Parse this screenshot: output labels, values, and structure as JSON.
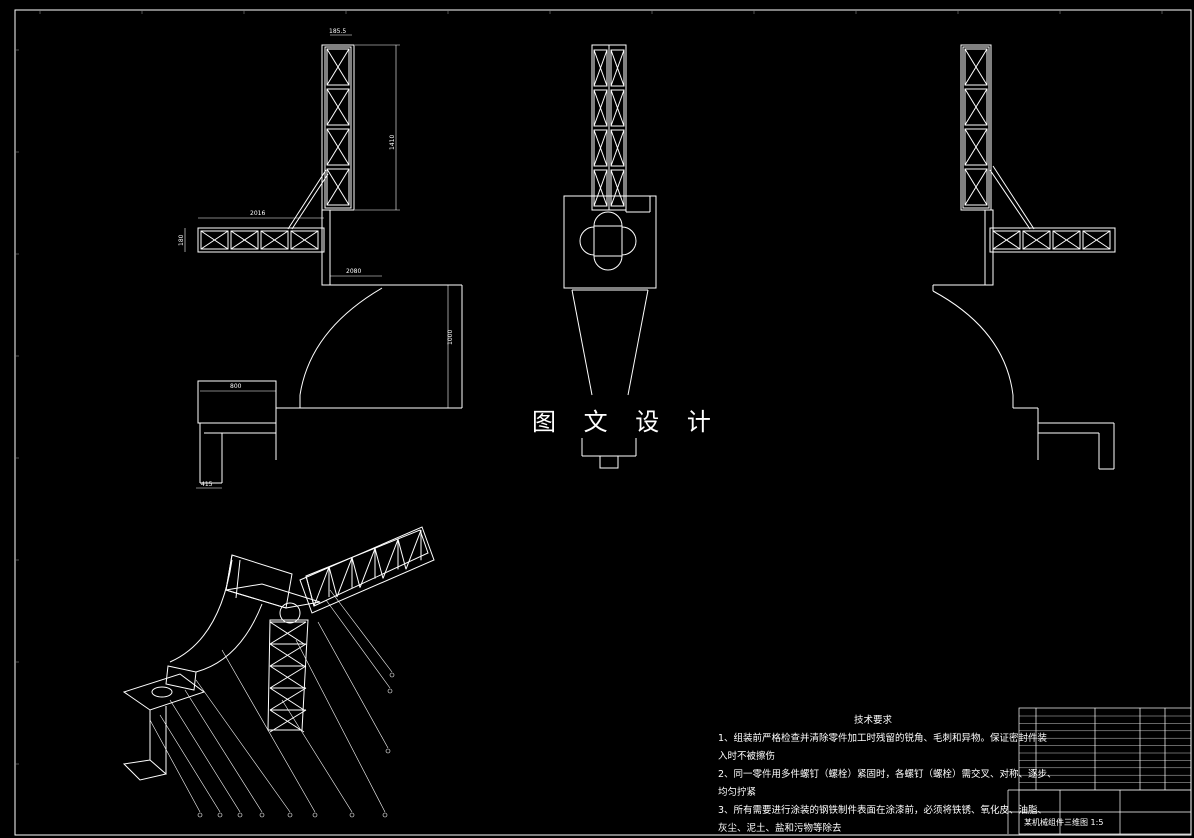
{
  "watermark": "图 文 设 计",
  "notes": {
    "title": "技术要求",
    "lines": [
      "1、组装前严格检查并清除零件加工时残留的锐角、毛刺和异物。保证密封件装",
      "入时不被擦伤",
      "2、同一零件用多件螺钉（螺栓）紧固时，各螺钉（螺栓）需交叉、对称、逐步、",
      "均匀拧紧",
      "3、所有需要进行涂装的钢铁制件表面在涂漆前，必须将铁锈、氧化皮、油脂、",
      "灰尘、泥土、盐和污物等除去"
    ]
  },
  "dimensions": {
    "top_width": "185.5",
    "mast_height": "1410",
    "boom_length": "2016",
    "boom_height": "180",
    "base_offset": "2080",
    "sweep_height": "1000",
    "base_width": "800",
    "foot": "415"
  },
  "title_block": {
    "drawing_name": "某机械组件三维图",
    "scale": "1:5"
  },
  "colors": {
    "line": "#ffffff",
    "background": "#000000",
    "frame": "#ffffff"
  }
}
